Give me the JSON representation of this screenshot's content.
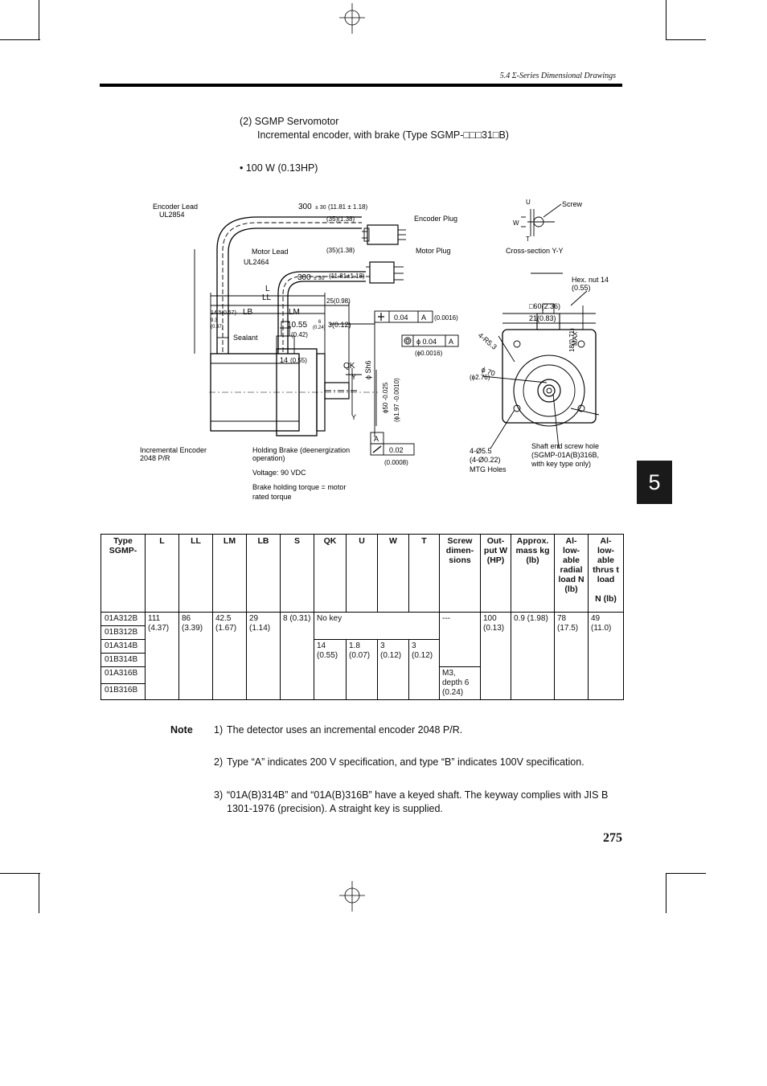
{
  "header": {
    "section": "5.4 Σ-Series Dimensional Drawings"
  },
  "section": {
    "heading": "(2)  SGMP Servomotor",
    "subheading": "Incremental encoder, with brake (Type SGMP-□□□31□B)",
    "bullet": "• 100 W (0.13HP)"
  },
  "figure": {
    "labels": {
      "encoder_lead": "Encoder Lead",
      "encoder_lead_model": "UL2854",
      "motor_lead": "Motor Lead",
      "motor_lead_model": "UL2464",
      "encoder_plug": "Encoder Plug",
      "motor_plug": "Motor Plug",
      "screw": "Screw",
      "cross_section": "Cross-section Y-Y",
      "sealant": "Sealant",
      "hex_nut": "Hex. nut 14",
      "hex_nut_in": "(0.55)",
      "incremental_encoder": "Incremental Encoder",
      "encoder_ppr": "2048 P/R",
      "holding_brake": "Holding Brake (deenergization",
      "holding_brake_2": "operation)",
      "voltage": "Voltage: 90 VDC",
      "brake_torque": "Brake holding torque = motor",
      "brake_torque_2": "rated torque",
      "mtg_holes_1": "4-Ø5.5",
      "mtg_holes_2": "(4-Ø0.22)",
      "mtg_holes_3": "MTG Holes",
      "shaft_hole_1": "Shaft end screw hole",
      "shaft_hole_2": "(SGMP-01A(B)316B,",
      "shaft_hole_3": "with key type only)"
    },
    "dims": {
      "lead1": "300",
      "lead1_tol": "± 30",
      "lead1_in": "(11.81 ± 1.18)",
      "plug1": "(35)(1.38)",
      "plug2": "(35)(1.38)",
      "lead2": "300",
      "lead2_tol": "± 30",
      "lead2_in": "(11.81±1.18)",
      "L": "L",
      "LL": "LL",
      "LB": "LB",
      "LM": "LM",
      "d25": "25(0.98)",
      "d145": "14.5(0.57)",
      "d93": "9.3",
      "d93_in": "(0.37)",
      "d1055": "10.55",
      "d6": "6",
      "d024": "(0.24)",
      "d3": "3(0.12)",
      "d042": "(0.42)",
      "d14": "14",
      "d14_in": "(0.55)",
      "QK": "QK",
      "Y": "Y",
      "Sh6": "ϕ Sh6",
      "shaft50": "ϕ50 -0.025",
      "shaft50_in": "(ϕ1.97 -0.0010)",
      "flat_tol": "0.04",
      "flat_ref": "A",
      "flat_in": "(0.0016)",
      "conc_tol": "ϕ 0.04",
      "conc_ref": "A",
      "conc_in": "(ϕ0.0016)",
      "datum_A": "A",
      "runout_tol": "0.02",
      "runout_in": "(0.0008)",
      "U": "U",
      "W": "W",
      "T": "T",
      "sq60": "□60(2.36)",
      "d21": "21(0.83)",
      "d18": "18(0.71)",
      "max": "MAX",
      "r53": "4-R5.3",
      "phi70": "ϕ 70",
      "phi70_in": "(ϕ2.76)"
    }
  },
  "table": {
    "headers": [
      "Type SGMP-",
      "L",
      "LL",
      "LM",
      "LB",
      "S",
      "QK",
      "U",
      "W",
      "T",
      "Screw dimen- sions",
      "Out- put W (HP)",
      "Approx. mass kg (lb)",
      "Al- low- able radial load N (lb)",
      "Al- low- able thrus t load\n\nN (lb)"
    ],
    "types": [
      "01A312B",
      "01B312B",
      "01A314B",
      "01B314B",
      "01A316B",
      "01B316B"
    ],
    "L": "111 (4.37)",
    "LL": "86 (3.39)",
    "LM": "42.5 (1.67)",
    "LB": "29 (1.14)",
    "S": "8 (0.31)",
    "no_key": "No key",
    "QK": "14 (0.55)",
    "U": "1.8 (0.07)",
    "W": "3 (0.12)",
    "T": "3 (0.12)",
    "screw_none": "---",
    "screw_m3": "M3, depth 6 (0.24)",
    "output": "100 (0.13)",
    "mass": "0.9 (1.98)",
    "radial": "78 (17.5)",
    "thrust": "49 (11.0)"
  },
  "notes": {
    "label": "Note",
    "items": [
      {
        "num": "1)",
        "text": "The detector uses an incremental encoder 2048 P/R."
      },
      {
        "num": "2)",
        "text": "Type “A” indicates 200 V specification, and type “B” indicates 100V specification."
      },
      {
        "num": "3)",
        "text": "“01A(B)314B” and “01A(B)316B” have a keyed shaft. The keyway complies with JIS B 1301-1976 (precision). A straight key is supplied."
      }
    ]
  },
  "chapter_tab": "5",
  "page_number": "275"
}
